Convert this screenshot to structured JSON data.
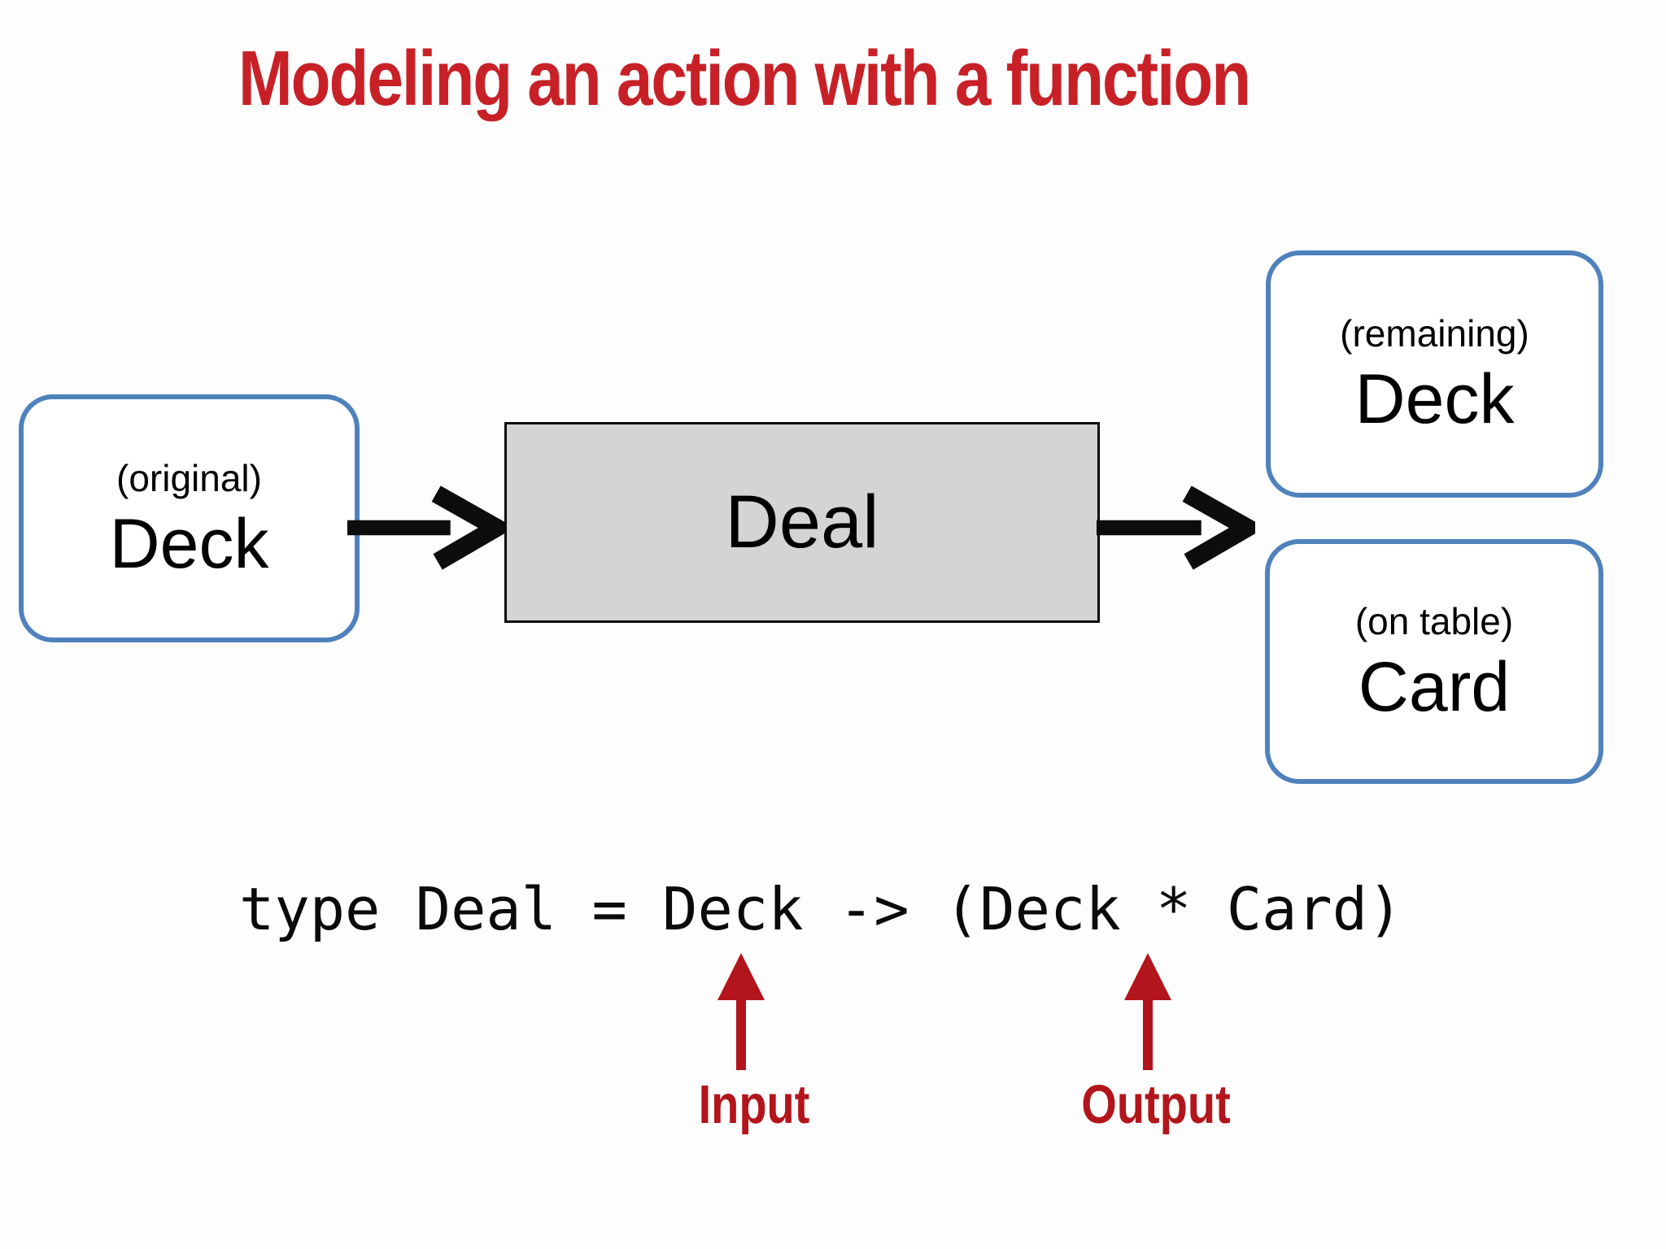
{
  "title": {
    "text": "Modeling an action with a function"
  },
  "diagram": {
    "input_box": {
      "annotation": "(original)",
      "label": "Deck"
    },
    "process_box": {
      "label": "Deal"
    },
    "output_boxes": [
      {
        "annotation": "(remaining)",
        "label": "Deck"
      },
      {
        "annotation": "(on table)",
        "label": "Card"
      }
    ]
  },
  "code": {
    "text": "type Deal = Deck -> (Deck * Card)"
  },
  "annotations": {
    "input": {
      "label": "Input"
    },
    "output": {
      "label": "Output"
    }
  },
  "colors": {
    "title_red": "#c72127",
    "annotation_red": "#b2151b",
    "box_blue": "#4f81bd",
    "process_gray": "#d5d3d4",
    "arrow_black": "#0d0d0d",
    "bg": "#fdfdfd"
  }
}
